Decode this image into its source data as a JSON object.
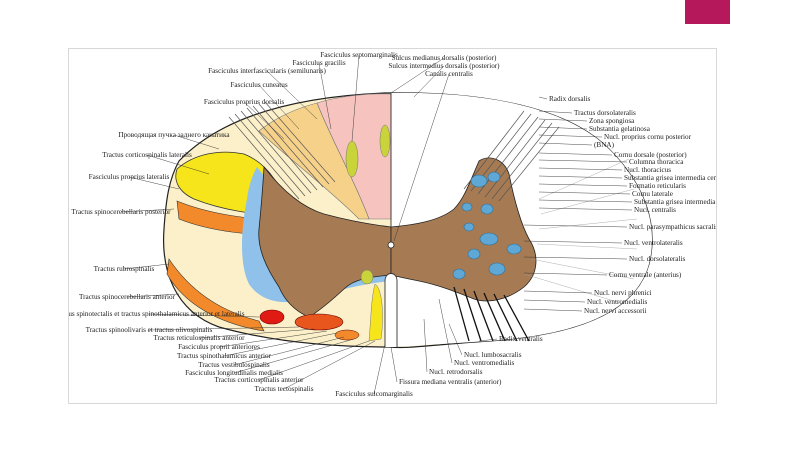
{
  "colors": {
    "accent": "#b5195c",
    "gray_matter": "#a67b53",
    "white_matter": "#fbf0c9",
    "gracilis": "#f6c3bf",
    "cuneatus": "#f6d18a",
    "yellow_tract": "#f5e51a",
    "orange_tract": "#f28a2b",
    "blue_zone": "#8fc1ea",
    "red_tract": "#e01b14",
    "nuclei": "#5fa8d6"
  },
  "labels": {
    "left": [
      "Fasciculus septomarginalis",
      "Fasciculus gracilis",
      "Fasciculus interfascicularis (semilunaris)",
      "Fasciculus cuneatus",
      "Fasciculus proprius dorsalis",
      "Проводящая пучка заднего канатика",
      "Tractus corticospinalis lateralis",
      "Fasciculus proprius lateralis",
      "Tractus spinocerebellaris posterior",
      "Tractus rubrospinalis",
      "Tractus spinocerebellaris anterior",
      "Tractus spinotectalis et tractus spinothalamicus anterior et lateralis",
      "Tractus spinoolivaris et tractus olivospinalis",
      "Tractus reticulospinalis anterior",
      "Fasciculus proprii anteriores",
      "Tractus spinothalamicus anterior",
      "Tractus vestibulospinalis",
      "Fasciculus longitudinalis medialis",
      "Tractus corticospinalis anterior",
      "Tractus tectospinalis",
      "Fasciculus sulcomarginalis"
    ],
    "top": [
      "Sulcus medianus dorsalis (posterior)",
      "Sulcus intermedius dorsalis (posterior)",
      "Canalis centralis"
    ],
    "right": [
      "Radix dorsalis",
      "Tractus dorsolateralis",
      "Zona spongiosa",
      "Substantia gelatinosa",
      "Nucl. proprius cornu posterior",
      "(BNA)",
      "Cornu dorsale (posterior)",
      "Columna thoracica",
      "Nucl. thoracicus",
      "Substantia grisea intermedia centralis",
      "Formatio reticularis",
      "Cornu laterale",
      "Substantia grisea intermedia lateralis",
      "Nucl. centralis",
      "Nucl. parasympathicus sacralis",
      "Nucl. ventrolateralis",
      "Nucl. dorsolateralis",
      "Cornu ventrale (anterius)",
      "Nucl. nervi phrenici",
      "Nucl. ventromedialis",
      "Nucl. nervi accessorii"
    ],
    "bottom": [
      "Radix ventralis",
      "Nucl. lumbosacralis",
      "Nucl. ventromedialis",
      "Nucl. retrodorsalis",
      "Fissura mediana ventralis (anterior)"
    ]
  }
}
